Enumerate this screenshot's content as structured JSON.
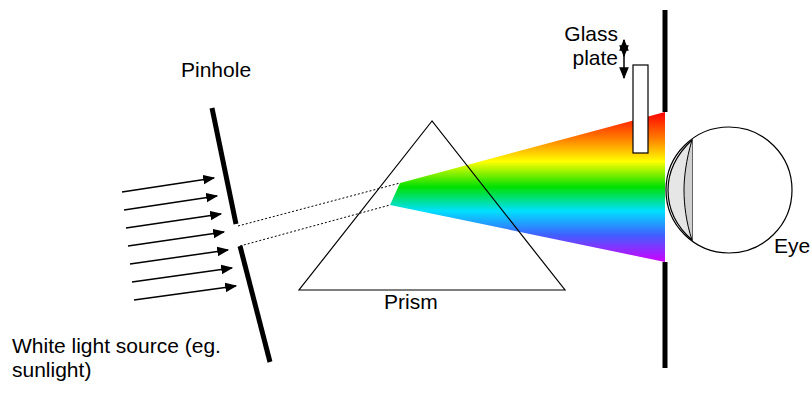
{
  "diagram": {
    "labels": [
      "Pinhole",
      "Glass plate",
      "Prism",
      "Eye",
      "White light source (eg. sunlight)"
    ]
  }
}
